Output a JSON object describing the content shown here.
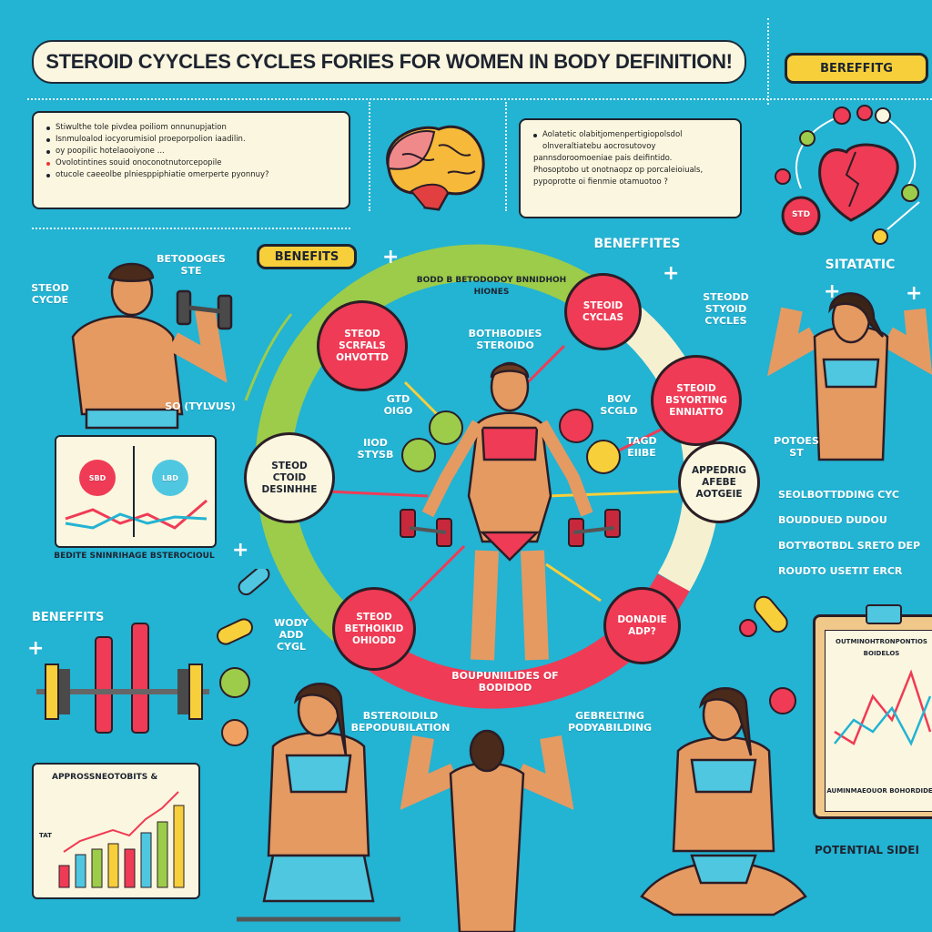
{
  "header": {
    "title": "STEROID CYYCLES CYCLES FORIES FOR WOMEN IN BODY DEFINITION!",
    "badge": "BEREFFITG"
  },
  "info_left": {
    "items": [
      {
        "text": "Stiwulthe tole pivdea poiliom onnunupjation",
        "marker": "dark"
      },
      {
        "text": "Isnmuloalod iocyorumisiol proeporpolion iaadilin.",
        "marker": "dark"
      },
      {
        "text": "oy poopilic hotelaooiyone ...",
        "marker": "dark"
      },
      {
        "text": "Ovolotintines souid onoconotnutorcepopile",
        "marker": "red"
      },
      {
        "text": "otucole caeeolbe plniesppiphiatie omerperte pyonnuy?",
        "marker": "dark"
      }
    ]
  },
  "info_right": {
    "items": [
      {
        "text": "Aolatetic olabitjomenpertigiopolsdol olnveraltiatebu aocrosutovoy",
        "marker": "dark"
      },
      {
        "text": "pannsdoroomoeniae pais deifintido.",
        "marker": "none"
      },
      {
        "text": "Phosoptobo ut onotnaopz op porcaleioiuals,",
        "marker": "none"
      },
      {
        "text": "pypoprotte oi fienmie otamuotoo ?",
        "marker": "none"
      }
    ]
  },
  "labels": {
    "benefits_badge": "BENEFITS",
    "benefits_top": "BENEFFITES",
    "arc_text": "BODD B BETODODOY BNNIDHOH HIONES",
    "center_top": "BOTHBODIES STEROIDO",
    "steod_cycle": "STEOD CYCDE",
    "betodiges": "BETODOGES STE",
    "so_tylvus": "SO (TYLVUS)",
    "gtd_oigo": "GTD OIGO",
    "iiod_stysb": "IIOD STYSB",
    "bov_scgld": "BOV SCGLD",
    "tagd_eiibe": "TAGD EIIBE",
    "steodd_cycles": "STEODD STYOID CYCLES",
    "sitatatic": "SITATATIC",
    "potoes_st": "POTOES ST",
    "right_lines": [
      "SEOLBOTTDDING CYC",
      "BOUDDUED DUDOU",
      "BOTYBOTBDL SRETO DEP",
      "ROUDTO USETIT ERCR"
    ],
    "left_graph_caption": "BEDITE SNINRIHAGE BSTEROCIOUL",
    "benefits_left": "BENEFFITS",
    "wody_add": "WODY ADD CYGL",
    "steroidild": "BSTEROIDILD BEPODUBILATION",
    "gebrelting": "GEBRELTING PODYABILDING",
    "bottom_arc": "BOUPUNIILIDES OF BODIDOD",
    "potential": "POTENTIAL SIDEI",
    "clip_title": "OUTMINOHTRONPONTIOS BOIDELOS",
    "clip_caption": "AUMINMAEOUOR BOHORDIDEO",
    "bar_title": "APPROSSNEOTOBITS &",
    "bar_axis": "TAT"
  },
  "red_circles": [
    "STEOD SCRFALS OHVOTTD",
    "STEOID CYCLAS",
    "STEOID BSYORTING ENNIATTO",
    "STEOD BETHOIKID OHIODD",
    "DONADIE ADP?"
  ],
  "cream_circles": [
    "STEOD CTOID DESINHHE",
    "APPEDRIG AFEBE AOTGEIE"
  ],
  "mini_circles": {
    "left_red": "SBD",
    "left_blue": "LBD",
    "heart_node": "STD"
  },
  "colors": {
    "background": "#23b3d3",
    "red": "#ef3b55",
    "green": "#9ccc4a",
    "cream": "#fbf6df",
    "yellow": "#f6cf3a",
    "skin": "#e59a62"
  },
  "bar_chart": {
    "values": [
      2,
      3,
      3.5,
      4,
      3.5,
      5,
      6,
      7.5
    ]
  },
  "clip_chart": {
    "red": [
      3,
      2,
      6,
      4,
      8,
      3
    ],
    "teal": [
      2,
      4,
      3,
      5,
      2,
      6
    ]
  }
}
